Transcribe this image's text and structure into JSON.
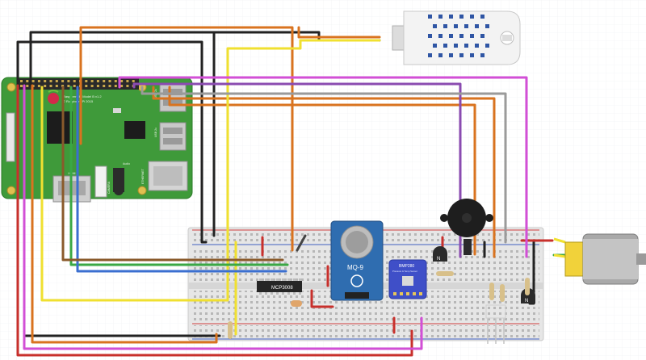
{
  "diagram": {
    "components": {
      "raspberry_pi": {
        "board_text": "Raspberry Pi Model B v1.2",
        "copyright_text": "© Raspberry Pi 2015",
        "usb_label_1": "USB 2x",
        "usb_label_2": "USB 2x",
        "ethernet_label": "ETHERNET",
        "audio_label": "Audio",
        "camera_label": "CAMERA",
        "hdmi_label": "HDMI"
      },
      "adc": {
        "label": "MCP3008"
      },
      "gas_sensor": {
        "label": "MQ-9"
      },
      "pressure_sensor": {
        "label": "BMP280",
        "sublabel": "Pressure & Temp Sensor"
      },
      "transistor_1": {
        "label": "N"
      },
      "transistor_2": {
        "label": "N"
      }
    },
    "colors": {
      "board_green": "#3f9a3a",
      "wire_black": "#222222",
      "wire_orange": "#d9731f",
      "wire_red": "#c8302c",
      "wire_yellow": "#f0e030",
      "wire_green": "#3aa845",
      "wire_blue": "#3b6fd0",
      "wire_pink": "#d24fd6",
      "wire_purple": "#8a4bb0",
      "wire_gray": "#9a9a9a",
      "wire_brown": "#8a5a2b"
    }
  }
}
